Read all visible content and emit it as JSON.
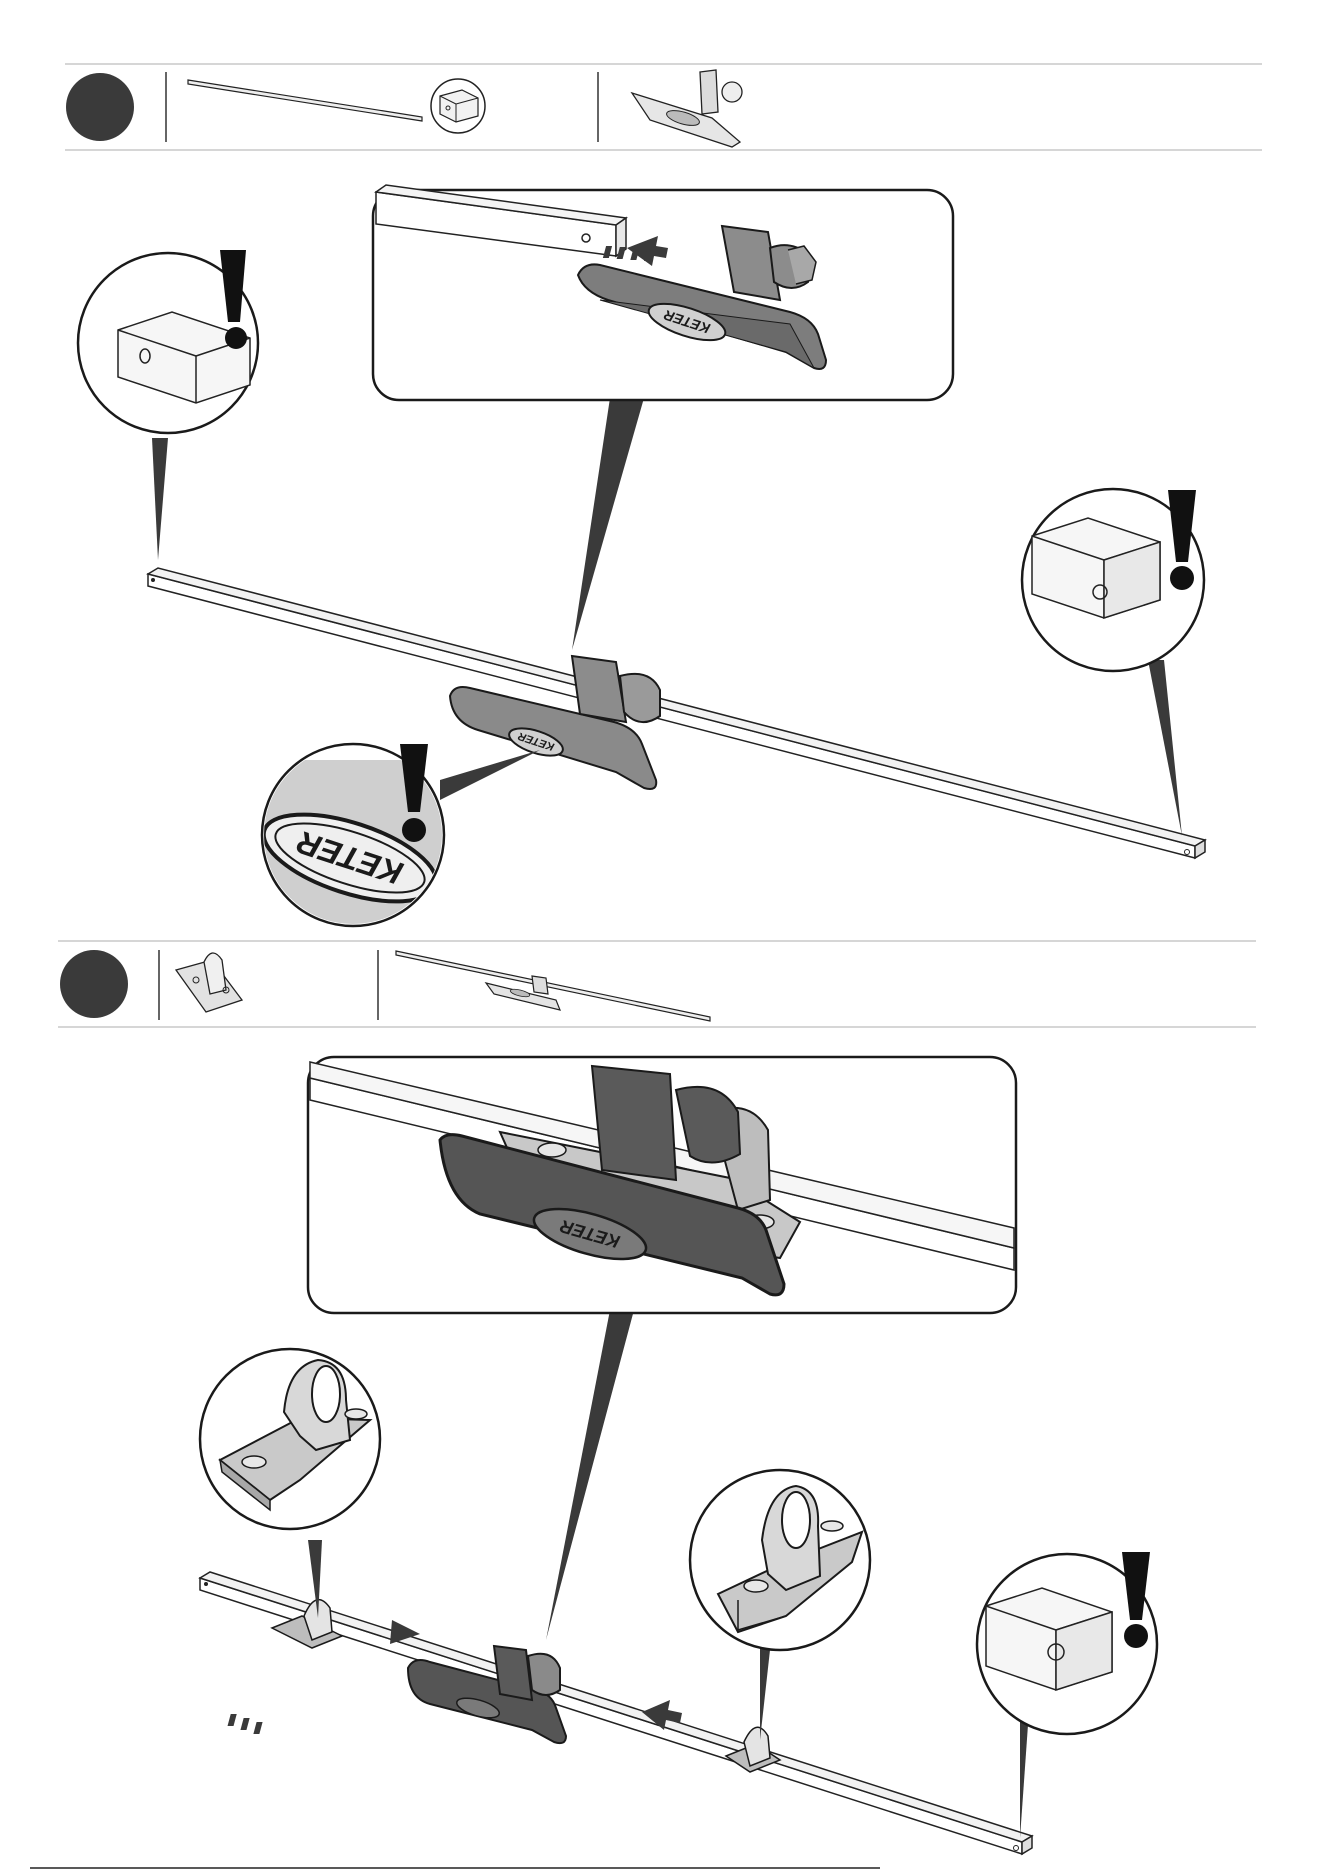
{
  "document": {
    "type": "assembly-instructions",
    "steps": [
      {
        "parts": [
          "square-rod",
          "rod-end-hole-detail",
          "bracket-with-badge"
        ]
      },
      {
        "parts": [
          "pipe-clip",
          "rod-with-bracket"
        ]
      }
    ]
  },
  "badges": {
    "logo_text": "KETER"
  },
  "colors": {
    "step_marker": "#3a3a3a",
    "part_dark": "#4a4a4a",
    "part_light": "#d6d6d6",
    "part_mid": "#9a9a9a",
    "line": "#1a1a1a",
    "warning": "#111111"
  }
}
